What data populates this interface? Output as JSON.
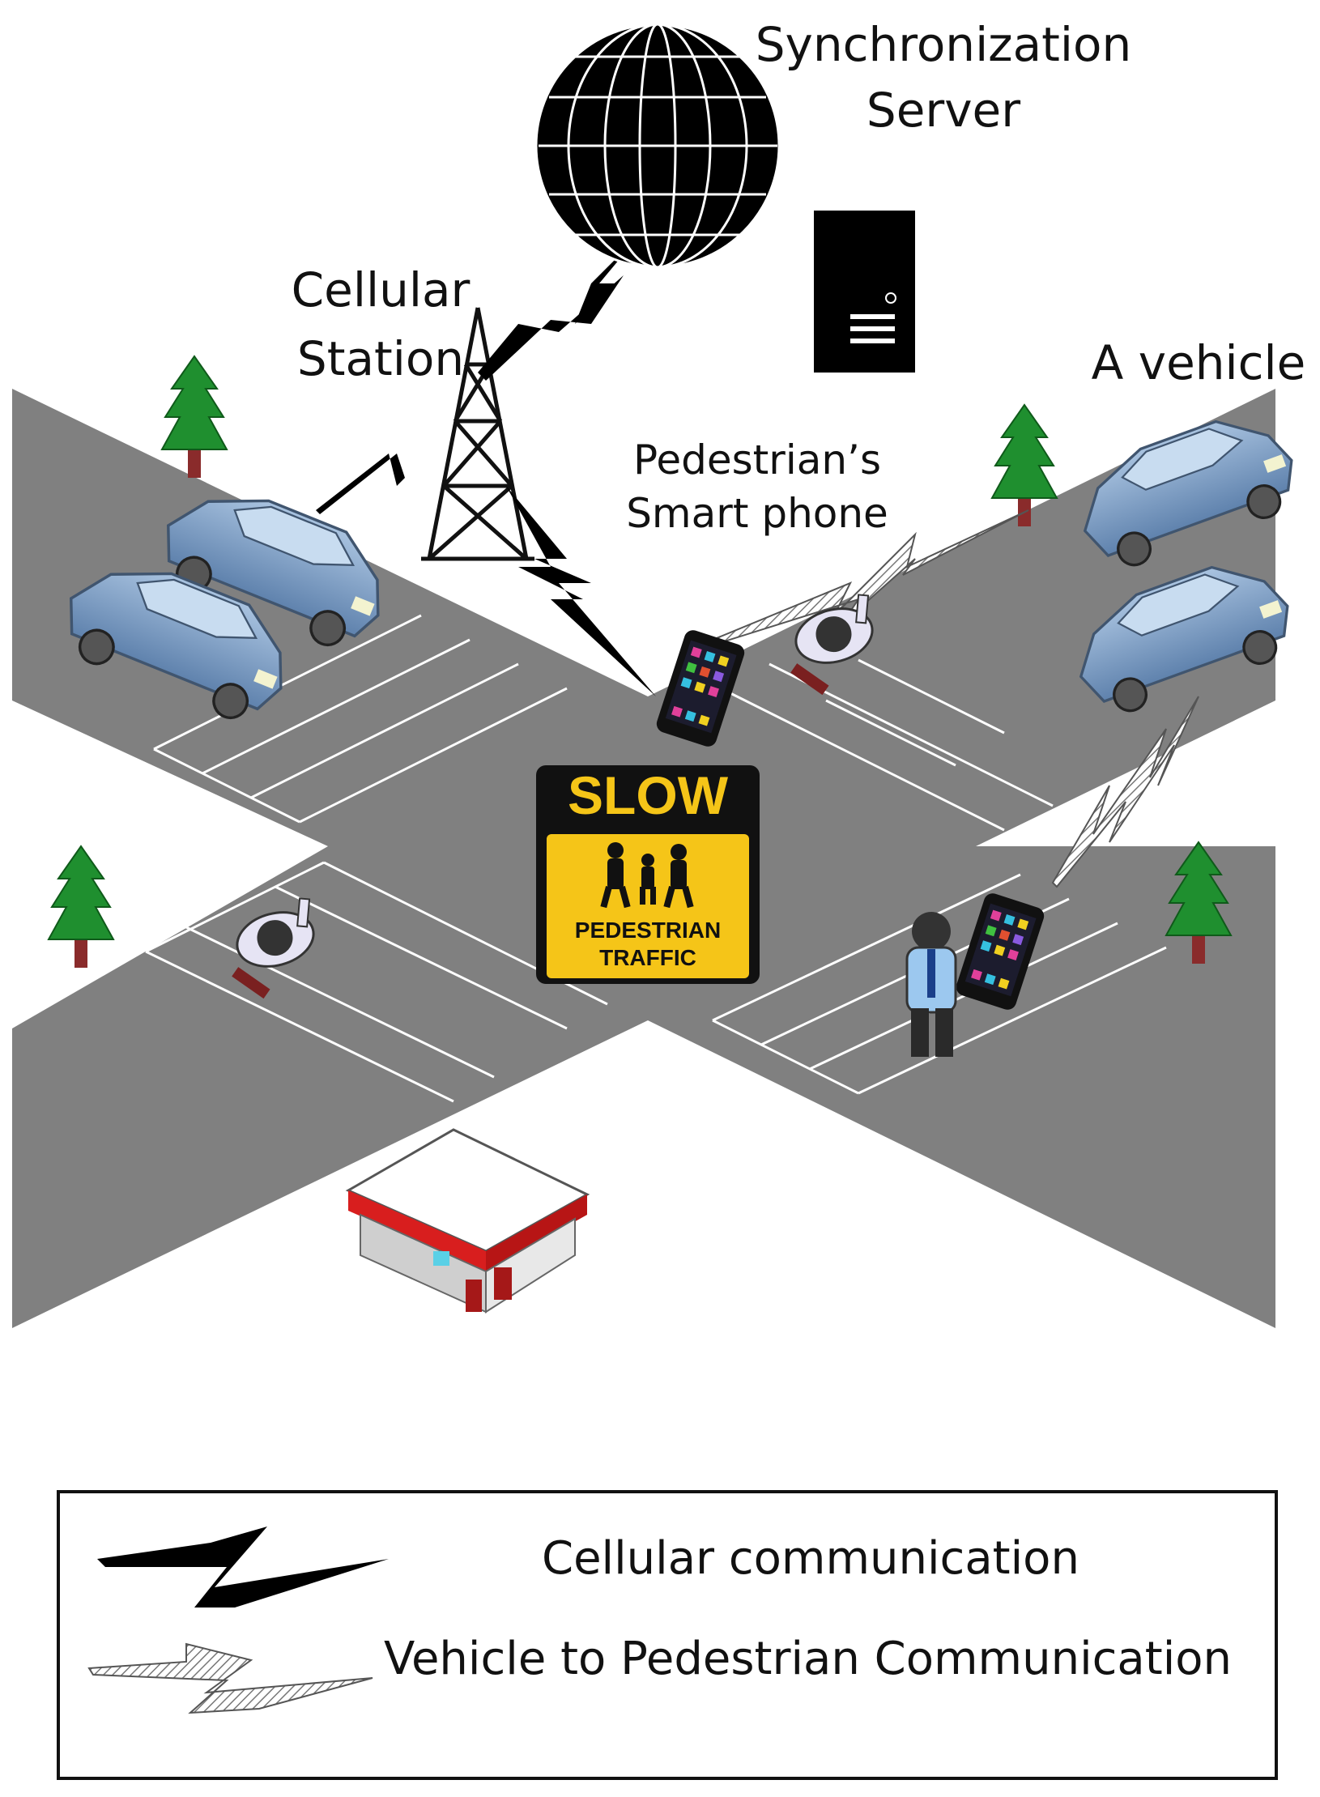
{
  "labels": {
    "server": [
      "Synchronization",
      "Server"
    ],
    "cellular_station": [
      "Cellular",
      "Station"
    ],
    "vehicle": "A vehicle",
    "smartphone": [
      "Pedestrian’s",
      "Smart phone"
    ]
  },
  "sign": {
    "top": "SLOW",
    "bottom_line1": "PEDESTRIAN",
    "bottom_line2": "TRAFFIC"
  },
  "legend": {
    "cellular": "Cellular communication",
    "v2p": "Vehicle to Pedestrian Communication"
  },
  "colors": {
    "road": "#808080",
    "sign_yellow": "#f5c518",
    "car_blue": "#7a9cc4",
    "tree_green": "#1f8f2f",
    "store_red": "#d81e1e"
  }
}
